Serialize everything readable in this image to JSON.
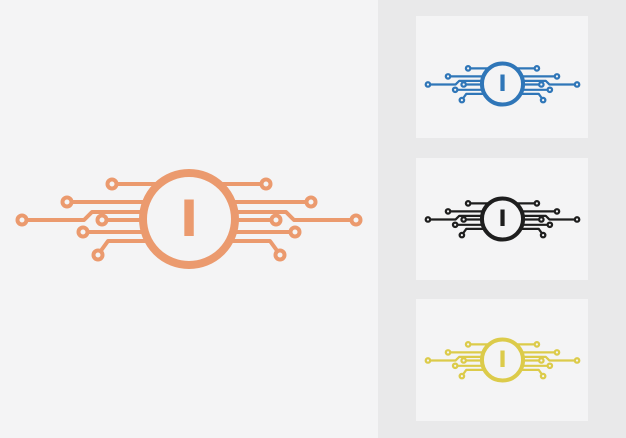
{
  "logo": {
    "letter": "I"
  },
  "variants": [
    {
      "name": "main",
      "color": "#eb9a6e"
    },
    {
      "name": "blue",
      "color": "#2f76b8"
    },
    {
      "name": "black",
      "color": "#1e1e1e"
    },
    {
      "name": "gold",
      "color": "#dccb4a"
    }
  ]
}
